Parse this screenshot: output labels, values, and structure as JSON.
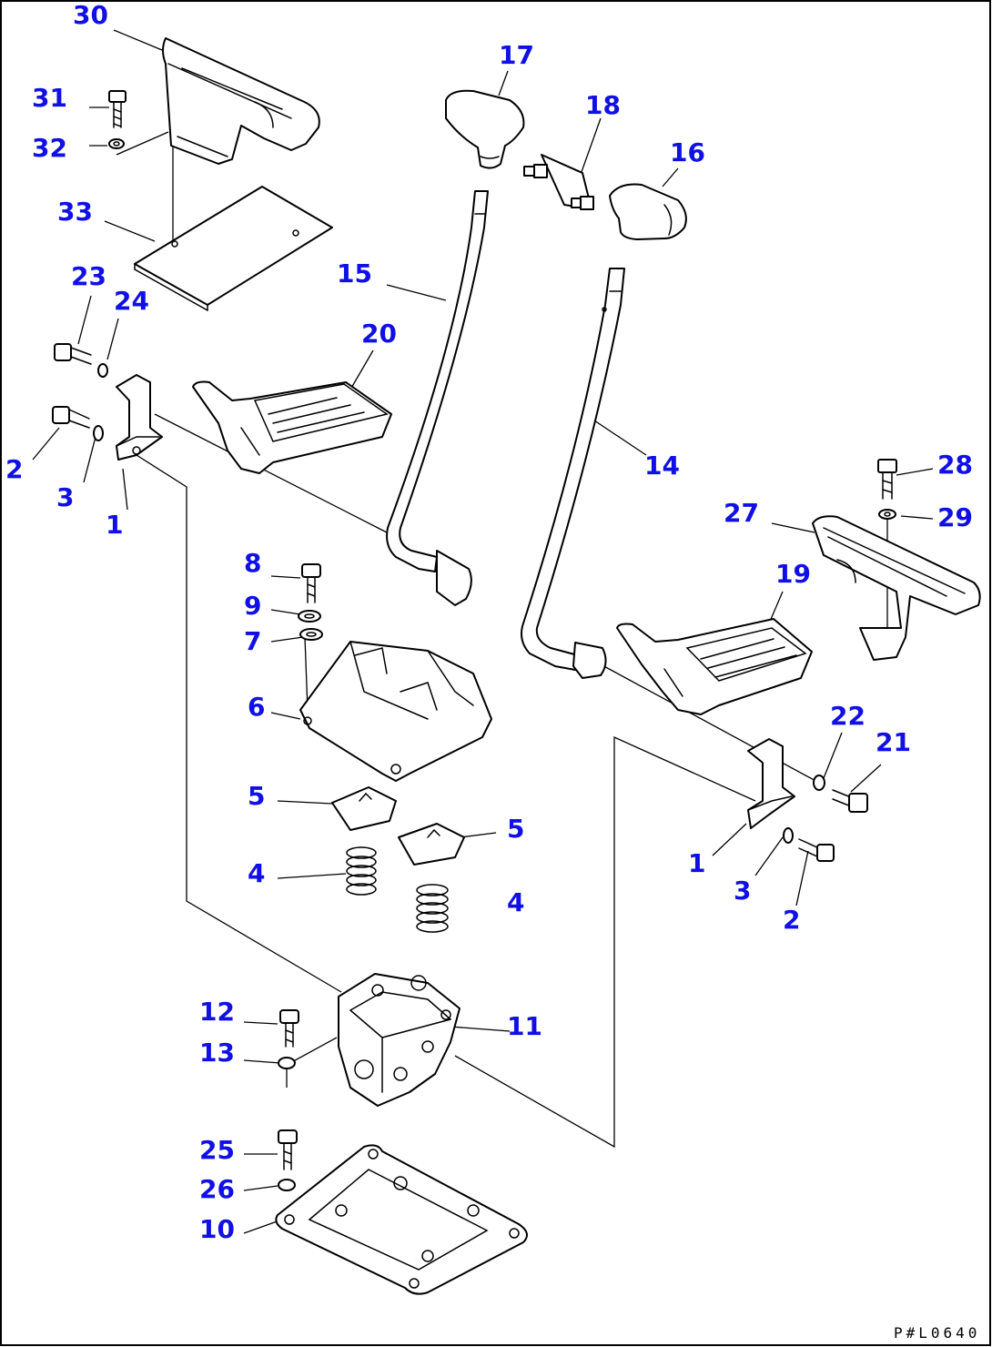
{
  "drawing_code": "P#L0640",
  "callouts": [
    "30",
    "31",
    "32",
    "33",
    "23",
    "24",
    "2",
    "3",
    "1",
    "17",
    "18",
    "16",
    "15",
    "14",
    "20",
    "28",
    "29",
    "27",
    "19",
    "8",
    "9",
    "7",
    "6",
    "5",
    "4",
    "22",
    "21",
    "12",
    "13",
    "11",
    "25",
    "26",
    "10"
  ]
}
